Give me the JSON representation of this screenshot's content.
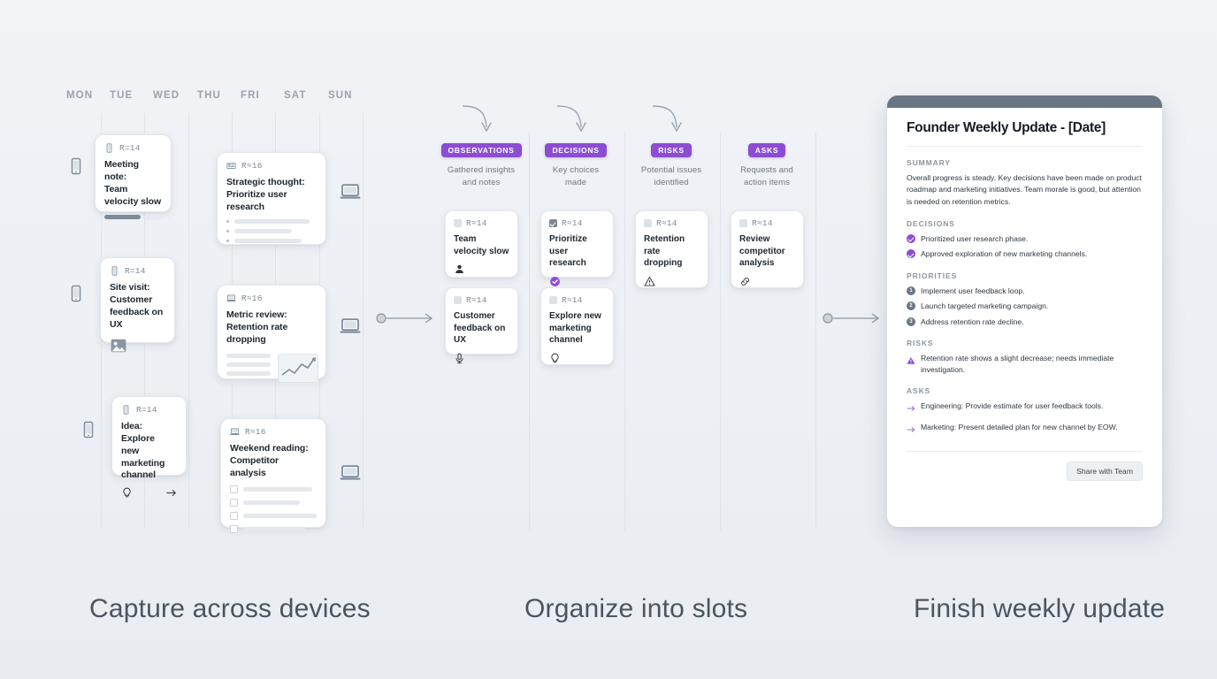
{
  "sections": {
    "capture": {
      "caption": "Capture across devices"
    },
    "organize": {
      "caption": "Organize into slots"
    },
    "finish": {
      "caption": "Finish weekly update"
    }
  },
  "capture": {
    "days": [
      "MON",
      "TUE",
      "WED",
      "THU",
      "FRI",
      "SAT",
      "SUN"
    ],
    "cards": [
      {
        "device": "phone-icon",
        "res": "R=14",
        "title": "Meeting note:\nTeam velocity slow",
        "footer": "progress-bars"
      },
      {
        "device": "tablet-icon",
        "res": "R≈16",
        "title": "Strategic thought:\nPrioritize user research",
        "footer": "bullet-list"
      },
      {
        "device": "phone-icon",
        "res": "R=14",
        "title": "Site visit:\nCustomer feedback on UX",
        "footer": "image-thumb"
      },
      {
        "device": "laptop-icon",
        "res": "R≈16",
        "title": "Metric review:\nRetention rate dropping",
        "footer": "chart-thumb"
      },
      {
        "device": "phone-icon",
        "res": "R=14",
        "title": "Idea: Explore\nnew marketing channel",
        "footer": "bulb-arrow"
      },
      {
        "device": "laptop-icon",
        "res": "R≈16",
        "title": "Weekend reading:\nCompetitor analysis",
        "footer": "checklist"
      }
    ],
    "device_rail_left": [
      "phone-icon",
      "phone-icon",
      "phone-icon"
    ],
    "device_rail_right": [
      "laptop-icon",
      "laptop-icon",
      "laptop-icon"
    ]
  },
  "organize": {
    "accent": "#8b4dd1",
    "slots": [
      {
        "badge": "OBSERVATIONS",
        "subtitle": "Gathered insights\nand notes",
        "cards": [
          {
            "res": "R≈14",
            "title": "Team velocity slow",
            "icon": "person-icon",
            "checked": false
          },
          {
            "res": "R≈14",
            "title": "Customer feedback on UX",
            "icon": "microphone-icon",
            "checked": false
          }
        ]
      },
      {
        "badge": "DECISIONS",
        "subtitle": "Key choices\nmade",
        "cards": [
          {
            "res": "R≈14",
            "title": "Prioritize user research",
            "icon": "check-circle-icon",
            "checked": true
          },
          {
            "res": "R≈14",
            "title": "Explore new marketing channel",
            "icon": "bulb-icon",
            "checked": false
          }
        ]
      },
      {
        "badge": "RISKS",
        "subtitle": "Potential issues\nidentified",
        "cards": [
          {
            "res": "R≈14",
            "title": "Retention rate dropping",
            "icon": "warning-icon",
            "checked": false
          }
        ]
      },
      {
        "badge": "ASKS",
        "subtitle": "Requests and\naction items",
        "cards": [
          {
            "res": "R≈14",
            "title": "Review competitor analysis",
            "icon": "link-icon",
            "checked": false
          }
        ]
      }
    ]
  },
  "update_panel": {
    "title": "Founder Weekly Update - [Date]",
    "summary_heading": "SUMMARY",
    "summary_text": "Overall progress is steady. Key decisions have been made on product roadmap and marketing initiatives. Team morale is good, but attention is needed on retention metrics.",
    "decisions_heading": "DECISIONS",
    "decisions": [
      "Prioritized user research phase.",
      "Approved exploration of new marketing channels."
    ],
    "priorities_heading": "PRIORITIES",
    "priorities": [
      {
        "n": "1",
        "text": "Implement user feedback loop."
      },
      {
        "n": "2",
        "text": "Launch targeted marketing campaign."
      },
      {
        "n": "3",
        "text": "Address retention rate decline."
      }
    ],
    "risks_heading": "RISKS",
    "risks": [
      "Retention rate shows a slight decrease; needs immediate investigation."
    ],
    "asks_heading": "ASKS",
    "asks": [
      "Engineering: Provide estimate for user feedback tools.",
      "Marketing: Present detailed plan for new channel by EOW."
    ],
    "share_label": "Share with Team"
  }
}
